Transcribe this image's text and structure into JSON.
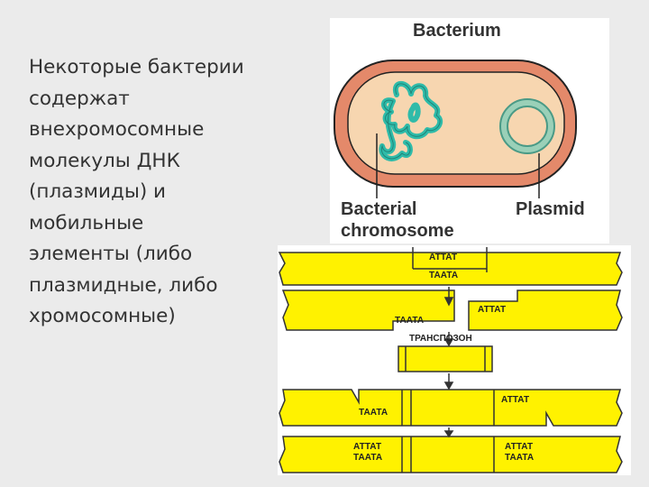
{
  "slide": {
    "text": "Некоторые бактерии\nсодержат\nвнехромосомные\nмолекулы ДНК\n(плазмиды) и\nмобильные\nэлементы (либо\nплазмидные, либо\nхромосомные)"
  },
  "bacterium_figure": {
    "title": "Bacterium",
    "chromosome_label_line1": "Bacterial",
    "chromosome_label_line2": "chromosome",
    "plasmid_label": "Plasmid",
    "colors": {
      "outer_wall": "#e4896a",
      "inner_cytoplasm": "#f7d6b0",
      "dna": "#2fbba9",
      "plasmid": "#9ad0b8"
    }
  },
  "transposon_figure": {
    "seq_top": "АТТАТ",
    "seq_bottom": "ТААТА",
    "transposon_label": "ТРАНСПОЗОН",
    "colors": {
      "strand": "#fff200",
      "outline": "#333333"
    }
  }
}
